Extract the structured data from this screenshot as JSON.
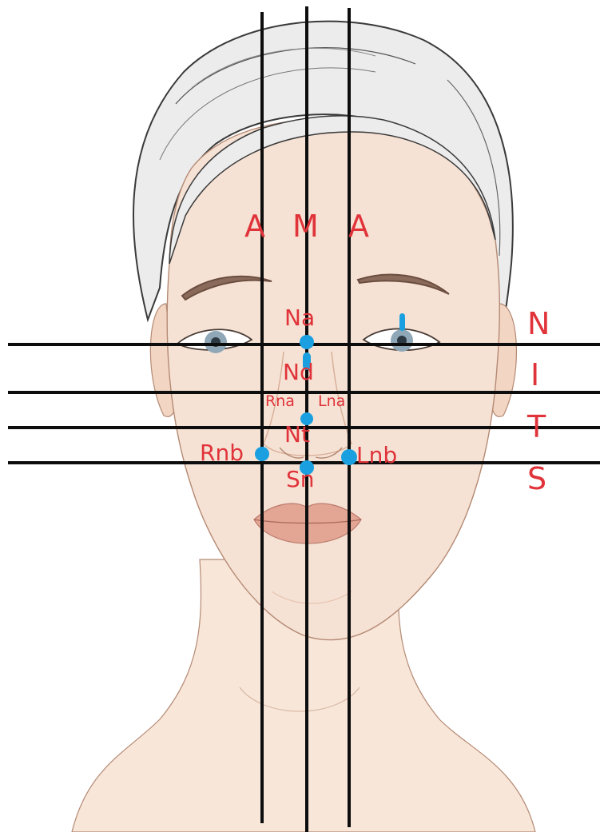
{
  "colors": {
    "line": "#0d0d0d",
    "label": "#e0333a",
    "landmark": "#1aa0e0",
    "skin": "#f6e2d4",
    "skin_shadow": "#eccbb6",
    "hair": "#e9e9e9",
    "hair_stroke": "#3a3a3a",
    "lips": "#e3a594",
    "iris": "#8fa7b7"
  },
  "vertical_axis_labels": {
    "left": "A",
    "center": "M",
    "right": "A"
  },
  "horizontal_axis_labels": {
    "n": "N",
    "i": "I",
    "t": "T",
    "s": "S"
  },
  "landmarks": {
    "na": "Na",
    "nd": "Nd",
    "rna": "Rna",
    "lna": "Lna",
    "nt": "Nt",
    "rnb": "Rnb",
    "lnb": "Lnb",
    "sn": "Sn"
  }
}
